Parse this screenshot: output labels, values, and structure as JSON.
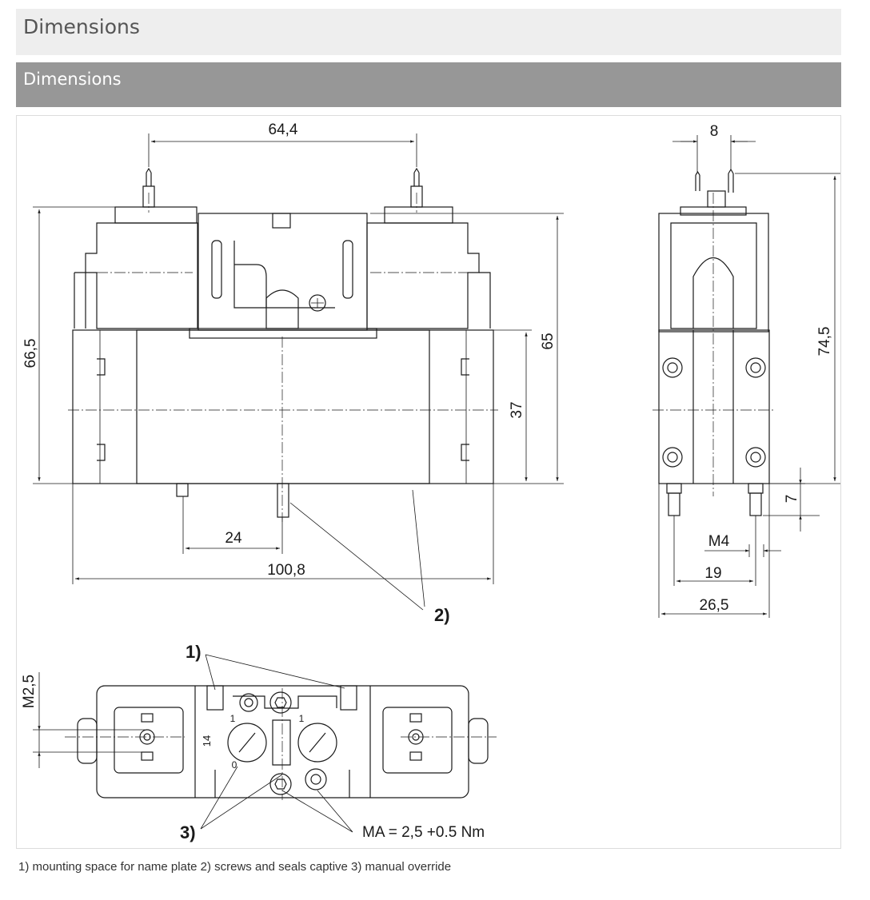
{
  "header": {
    "title": "Dimensions"
  },
  "section": {
    "title": "Dimensions"
  },
  "drawing": {
    "dims": {
      "top_width": "64,4",
      "total_height": "66,5",
      "body_height": "65",
      "base_height": "37",
      "port_offset": "24",
      "overall_length": "100,8",
      "pin_spacing": "8",
      "side_height": "74,5",
      "pin_length": "7",
      "thread": "M4",
      "port_spacing": "19",
      "side_width": "26,5",
      "mount_thread": "M2,5",
      "port_label": "14",
      "torque": "MA = 2,5 +0.5 Nm"
    },
    "callouts": {
      "one": "1)",
      "two": "2)",
      "three": "3)"
    }
  },
  "footnote": "1) mounting space for name plate 2) screws and seals captive 3) manual override"
}
